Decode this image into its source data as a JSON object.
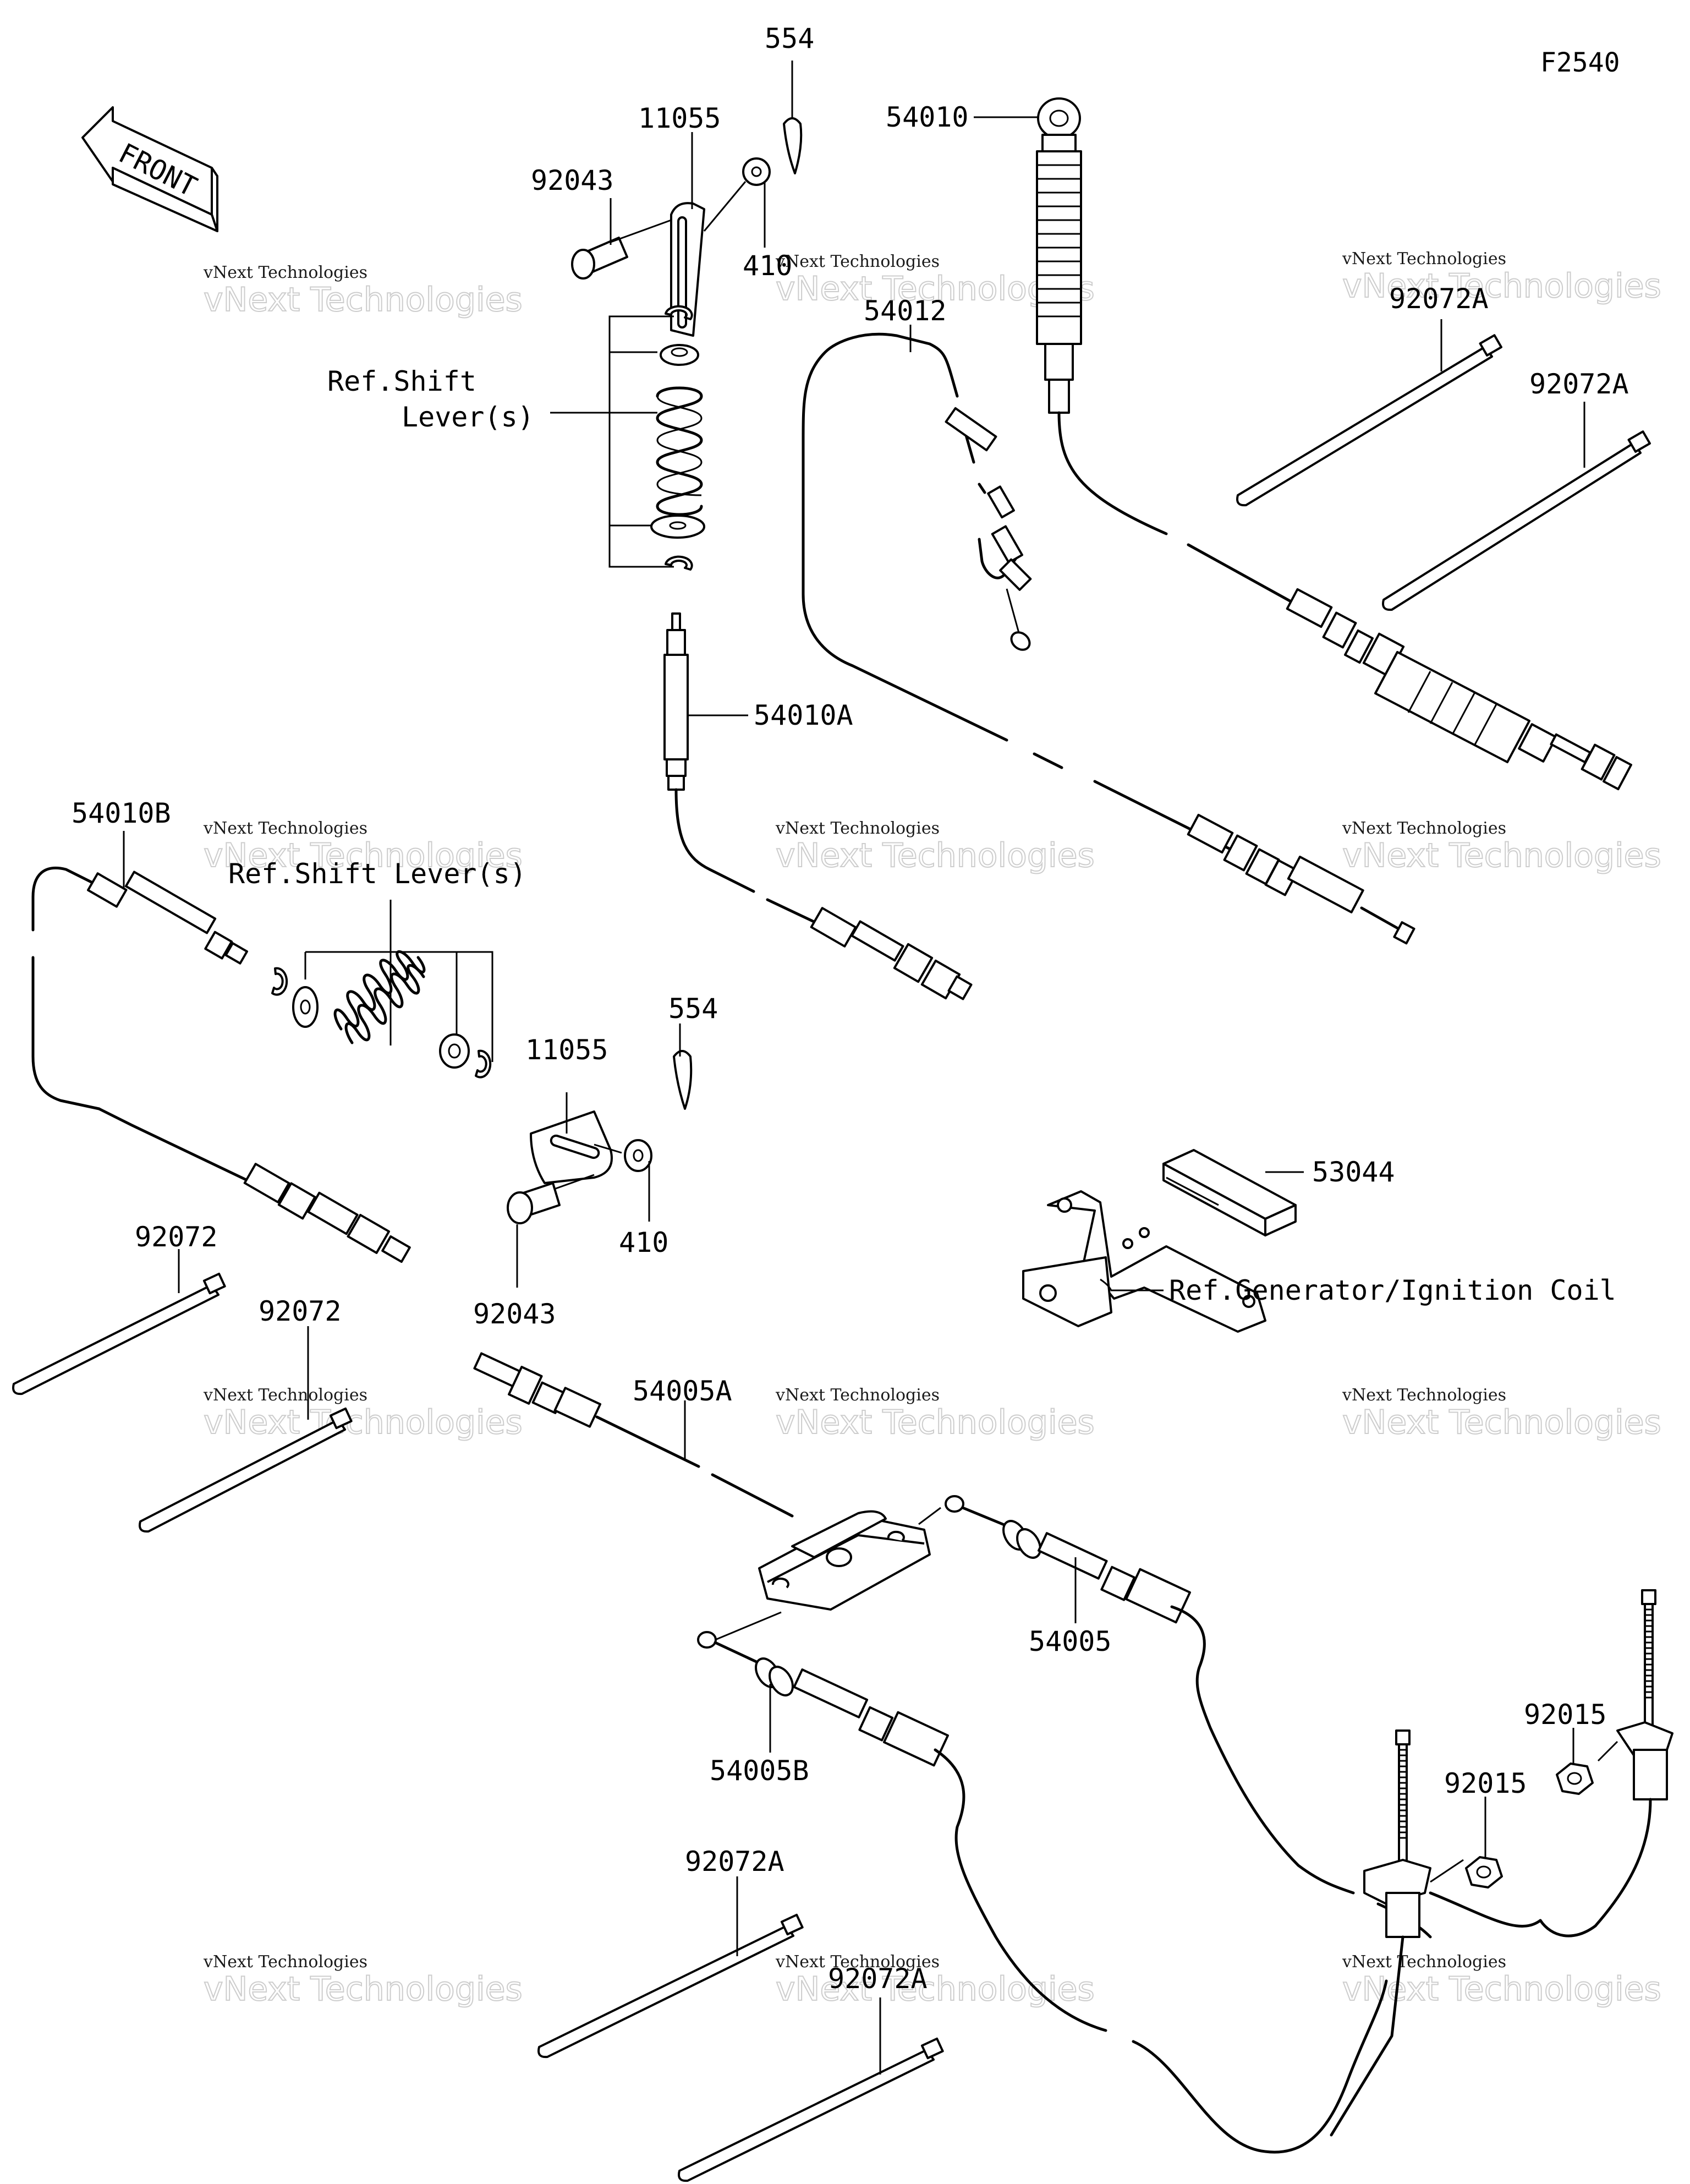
{
  "figure_number": "F2540",
  "front_label": "FRONT",
  "watermark": {
    "line1": "vNext Technologies",
    "line2": "vNext Technologies"
  },
  "labels": {
    "p554_top": "554",
    "p11055_top": "11055",
    "p92043_top": "92043",
    "p410_top": "410",
    "ref_shift_top_1": "Ref.Shift",
    "ref_shift_top_2": "Lever(s)",
    "p54010": "54010",
    "p54012": "54012",
    "p92072a_tr1": "92072A",
    "p92072a_tr2": "92072A",
    "p54010a": "54010A",
    "p54010b": "54010B",
    "ref_shift_mid": "Ref.Shift Lever(s)",
    "p554_mid": "554",
    "p11055_mid": "11055",
    "p410_mid": "410",
    "p92043_mid": "92043",
    "p53044": "53044",
    "ref_generator": "Ref.Generator/Ignition Coil",
    "p92072_1": "92072",
    "p92072_2": "92072",
    "p54005a": "54005A",
    "p54005": "54005",
    "p54005b": "54005B",
    "p92015_1": "92015",
    "p92015_2": "92015",
    "p92072a_b1": "92072A",
    "p92072a_b2": "92072A"
  }
}
